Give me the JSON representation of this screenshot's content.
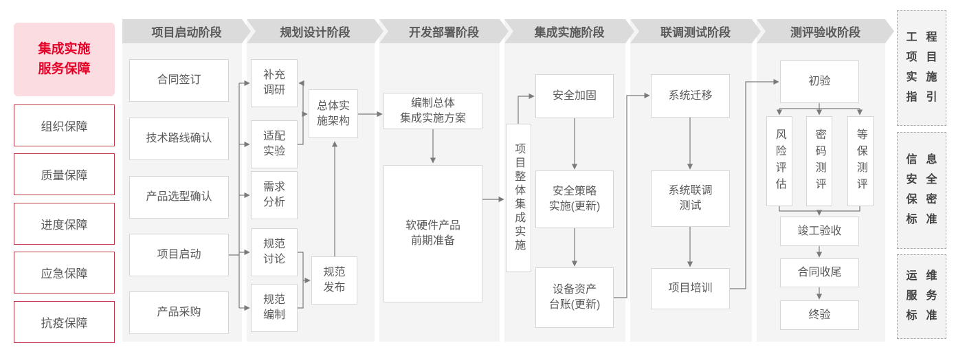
{
  "sidebar": {
    "title": "集成实施\n服务保障",
    "items": [
      "组织保障",
      "质量保障",
      "进度保障",
      "应急保障",
      "抗疫保障"
    ]
  },
  "phases": [
    "项目启动阶段",
    "规划设计阶段",
    "开发部署阶段",
    "集成实施阶段",
    "联调测试阶段",
    "测评验收阶段"
  ],
  "nodes": {
    "contract_signing": "合同签订",
    "tech_route_confirm": "技术路线确认",
    "product_selection_confirm": "产品选型确认",
    "project_kickoff": "项目启动",
    "product_procurement": "产品采购",
    "supplementary_research": "补充\n调研",
    "adaptation_experiment": "适配\n实验",
    "requirement_analysis": "需求\n分析",
    "spec_discussion": "规范\n讨论",
    "spec_compilation": "规范\n编制",
    "overall_impl_architecture": "总体实\n施架构",
    "spec_release": "规范\n发布",
    "overall_plan": "编制总体\n集成实施方案",
    "pre_preparation": "软硬件产品\n前期准备",
    "overall_integration": "项目整体集成实施",
    "security_hardening": "安全加固",
    "security_policy": "安全策略\n实施(更新)",
    "asset_ledger": "设备资产\n台账(更新)",
    "system_migration": "系统迁移",
    "joint_testing": "系统联调\n测试",
    "project_training": "项目培训",
    "initial_acceptance": "初验",
    "risk_assessment": "风险评估",
    "crypto_evaluation": "密码测评",
    "mlps_evaluation": "等保测评",
    "completion_acceptance": "竣工验收",
    "contract_closure": "合同收尾",
    "final_acceptance": "终验"
  },
  "standards": [
    "工程\n项目\n实施\n指引",
    "信息\n安全\n保密\n标准",
    "运维\n服务\n标准"
  ],
  "colors": {
    "accent_red": "#e60028",
    "border_red": "#c0394b",
    "pink_bg": "#fadce1",
    "header_bg": "#dbdbdb",
    "panel_bg": "#f4f4f4",
    "text_gray": "#595959",
    "line_gray": "#7a7a7a"
  }
}
